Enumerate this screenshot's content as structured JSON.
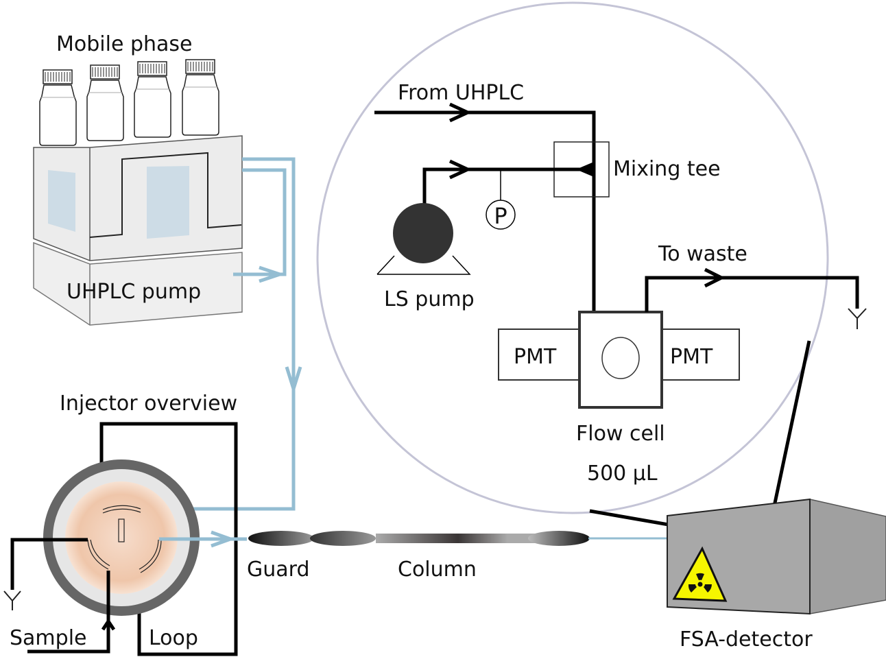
{
  "diagram": {
    "title": "UHPLC with flow scintillation analysis (FSA) detector setup",
    "labels": {
      "mobile_phase": "Mobile phase",
      "uhplc_pump": "UHPLC pump",
      "injector_overview": "Injector overview",
      "sample": "Sample",
      "loop": "Loop",
      "guard": "Guard",
      "column": "Column",
      "fsa_detector": "FSA-detector",
      "from_uhplc": "From UHPLC",
      "mixing_tee": "Mixing tee",
      "ls_pump": "LS pump",
      "pressure_gauge": "P",
      "to_waste": "To waste",
      "pmt_left": "PMT",
      "pmt_right": "PMT",
      "flow_cell": "Flow cell",
      "flow_cell_volume": "500 µL"
    },
    "bottle_count": 4,
    "colors": {
      "fluid_line": "#94bdd2",
      "magnifier_circle": "#c4c4d6",
      "detector_body": "#a8a8a8",
      "hazard_yellow": "#f5f500",
      "ls_pump_fill": "#333333",
      "injector_rotor": "#f0cdb6",
      "injector_ring": "#e6e6e6",
      "injector_outer": "#666666"
    }
  }
}
